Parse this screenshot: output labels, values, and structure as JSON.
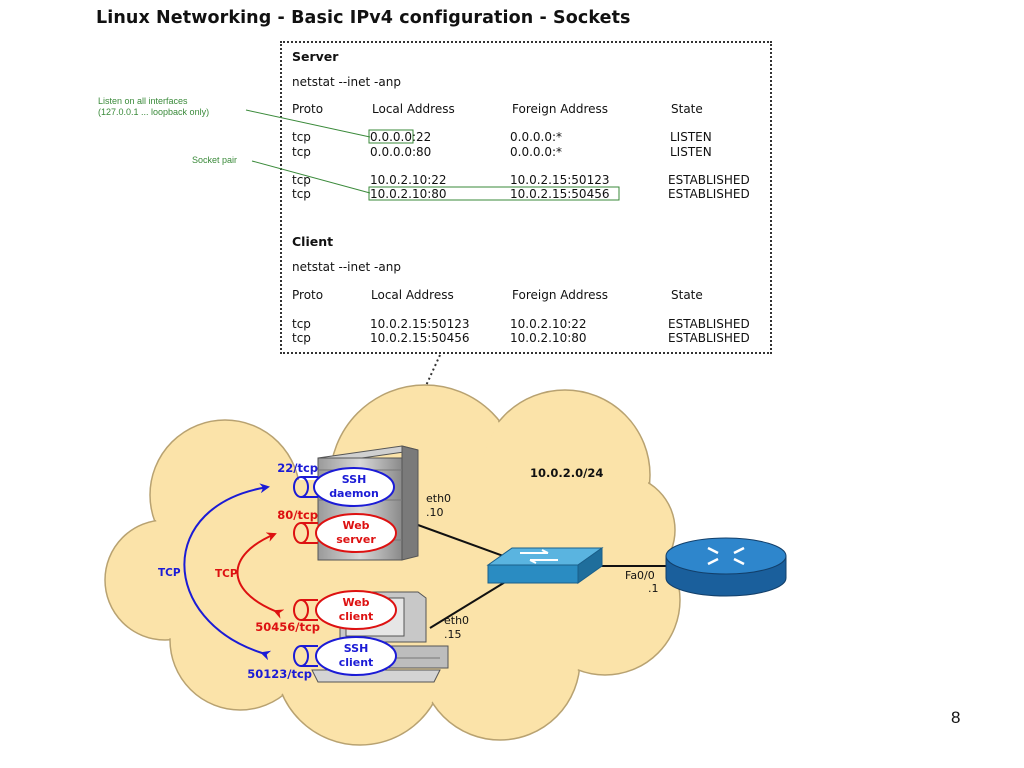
{
  "title": "Linux Networking - Basic IPv4 configuration - Sockets",
  "page_number": "8",
  "server": {
    "heading": "Server",
    "command": "netstat --inet -anp",
    "headers": [
      "Proto",
      "Local Address",
      "Foreign Address",
      "State"
    ],
    "rows": [
      [
        "tcp",
        "0.0.0.0:22",
        "0.0.0.0:*",
        "LISTEN"
      ],
      [
        "tcp",
        "0.0.0.0:80",
        "0.0.0.0:*",
        "LISTEN"
      ],
      [
        "tcp",
        "10.0.2.10:22",
        "10.0.2.15:50123",
        "ESTABLISHED"
      ],
      [
        "tcp",
        "10.0.2.10:80",
        "10.0.2.15:50456",
        "ESTABLISHED"
      ]
    ]
  },
  "client": {
    "heading": "Client",
    "command": "netstat --inet -anp",
    "headers": [
      "Proto",
      "Local Address",
      "Foreign Address",
      "State"
    ],
    "rows": [
      [
        "tcp",
        "10.0.2.15:50123",
        "10.0.2.10:22",
        "ESTABLISHED"
      ],
      [
        "tcp",
        "10.0.2.15:50456",
        "10.0.2.10:80",
        "ESTABLISHED"
      ]
    ]
  },
  "annotations": {
    "listen_line1": "Listen on all interfaces",
    "listen_line2": "(127.0.0.1 ... loopback only)",
    "socket_pair": "Socket pair"
  },
  "network": {
    "subnet": "10.0.2.0/24",
    "server_iface": "eth0",
    "server_ip": ".10",
    "client_iface": "eth0",
    "client_ip": ".15",
    "router_iface": "Fa0/0",
    "router_ip": ".1"
  },
  "ports": {
    "ssh_server": "22/tcp",
    "web_server": "80/tcp",
    "web_client": "50456/tcp",
    "ssh_client": "50123/tcp"
  },
  "processes": {
    "ssh_daemon_l1": "SSH",
    "ssh_daemon_l2": "daemon",
    "web_server_l1": "Web",
    "web_server_l2": "server",
    "web_client_l1": "Web",
    "web_client_l2": "client",
    "ssh_client_l1": "SSH",
    "ssh_client_l2": "client"
  },
  "protocols": {
    "outer": "TCP",
    "inner": "TCP"
  },
  "colors": {
    "cloud": "#fbe3a9",
    "cloud_stroke": "#b8a271",
    "ssh_blue": "#1b1bd6",
    "web_red": "#dd1111",
    "annotation_green": "#3a8a3a",
    "switch_blue": "#2a8cc2",
    "router_blue": "#1f6fb5"
  }
}
